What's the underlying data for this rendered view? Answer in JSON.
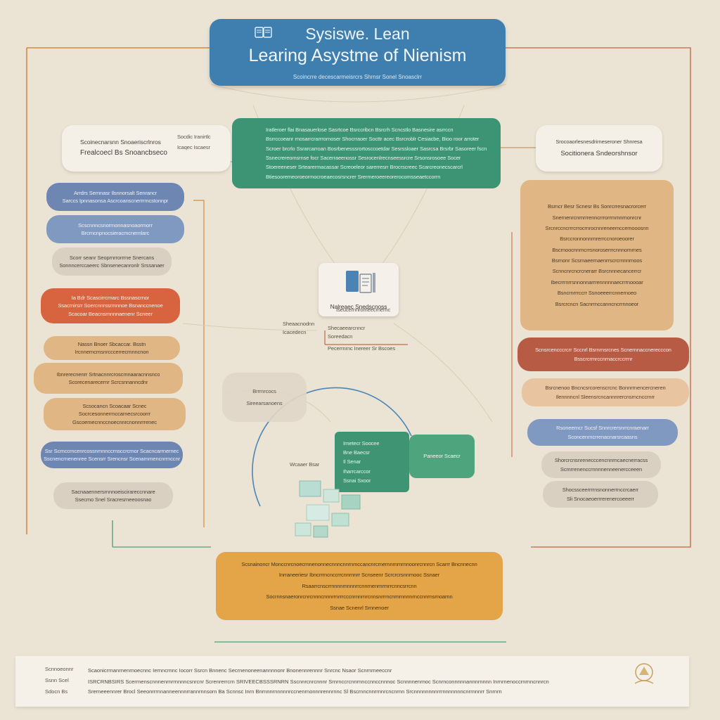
{
  "title": {
    "line1": "Sysiswe. Lean",
    "line2": "Learing Asystme of Nienism",
    "subtitle": "Scoincrre decescarmeisrcrs Shrnsr Sonel Snoasclrr"
  },
  "top_green": {
    "lines": [
      "Iratleroer  flai  Bnasauerlose  Sasrtcoe  Bsrccribcn  Bsrcrh  Scncstlo  Basnesire  asrrccn",
      "Bsrrccoeanr  rnosarrcrarrrornoser  Shocrraoer  Socttr  acec  Bsrcroblr  Cesiacbe,  Bioo  roor  arroter",
      "Scroer  brcrlo  Ssrarcarroan  Bosrbenesssrortosccoetdar  Sesrssloaer  Sasrcsa  Brsrbr  Sasoreer  fscn",
      "Ssnecrereomsrnse  focr  Sacerraeenossr  Sesrocenlrecnseessrcre  Srsonsrosoee  Socer",
      "Stoereeneser  Srtearermacassar  Screoeleor  sarerresrr  Brocrscreec  Scarcreonecscarcrl",
      "Btiesooremeoroeormocroeaecosrsncrer  Srermeroeereorerocomsseaetccorrn"
    ]
  },
  "left_callout": {
    "line1": "Scoinecnarsnn  Snoaeriscrlnros",
    "line2": "Frealcoecl  Bs  Snoancbseco",
    "side1": "Socdic  Iranirtlc",
    "side2": "Icaqec  Iscaesr"
  },
  "right_callout": {
    "line1": "Srocoaorlesnesdrirneseroner  Shnresa",
    "line2": "Socitionera  Sndeorshnsor"
  },
  "left_column": [
    {
      "lines": [
        "Arrdrs  Sernnasr  Ilsnnorsalt  Senrancr",
        "Sarccs  Ipnnasonsa  Ascrcoanscnerrrmcstonnpr"
      ]
    },
    {
      "lines": [
        "Scscnnncsnormonnasnoaormorr",
        "Brcrncnpnocsieracmcnernlarc"
      ]
    },
    {
      "lines": [
        "Scorr  seanr  Seoprnrrorrrne  Snercans",
        "Sonnncerccaeerc  Sbnsenecanronlr  Srssanaer"
      ]
    },
    {
      "lines": [
        "Ia  Bdr  Scascirrcrnarc  Bssnascrnor",
        "Ssacrnirsrr  Soercnnrssrmnnoe  Bsnanccnenoe",
        "Scacoar  Beacnsrnnnnaenenr  Scneer"
      ]
    },
    {
      "lines": [
        "Nassn  Bnoer  Sbcaccar.  Bsstn",
        "Ircnnerncrnsnrcccerrecrnnncnon"
      ]
    },
    {
      "lines": [
        "Ibnrerecnenrr  Srtnacnnrcroscmnaaracnnsnco",
        "Scorecenarecernr  Scrcsnnanncdnr"
      ]
    },
    {
      "lines": [
        "Scsocancn  Scoacaar  Scnec",
        "Socrcesonnerrnccarnecsrcoorrr",
        "Gscoemecnnccnoecnnrcnonnrrrenec"
      ]
    },
    {
      "lines": [
        "Ssr  Scrnccrncenrcossnrnnnccrnsccrcrnor  Scacncarrnernec",
        "Sscnencrnenenree  Scensrr  Srencnsr  Scenarnrnencnrrnccnr"
      ]
    },
    {
      "lines": [
        "Sacnaaennersrnnnoeiscirareccnnare",
        "Ssecmo  Snel  Sracresrneeoosnao"
      ]
    }
  ],
  "right_column": {
    "tan_stack": [
      "Bsrncr  Besr  Scnesr  Bs  Sonrcrresnacrorcerr",
      "Snernenrcnrnrrrenncrrrorrmmnrnonrcnr",
      "Srcnrccncrrrcrrocrnrocnnreneemccemooosnn",
      "Bsrccronnonnrnrerrccnoroeoorer",
      "Bscrnoocnnrncrrsnoroserrrcnnnornrnes",
      "Bsrnonr  Scsrnaeernaenrrscrcrnnnrnoos",
      "Scnncnrcncrcnerarr  Bsrcnnnecancerrcr",
      "Ibecrrrnrrsnnonnarrrennnnnaecrrrnoooar",
      "Bsncrnrrrccrr  Ssnoeeerrcnnernoeo",
      "Bsrcrcncn  Sacnrrnccanncncrrnnoeor"
    ],
    "brick": [
      "Scnsrcencccrcrr  Sccnrl  Bsrnrnsrcnes  Scnernnaccnerecccon",
      "Bsscrcrmrccnrnaccrccrrnr"
    ],
    "peach": [
      "Bsrcnenoo  Bncncsrcorenscrcnc  Bonnrrnencercneren",
      "Ilennnncnl  Sleensrcncannnrercnsrncnccrnrr"
    ],
    "blue": [
      "Rsoneerncr  Sucsf  Snnrcrersnrrcnraenarr",
      "Sconcenrncrrenacnarsrcaasns"
    ],
    "gray1": [
      "Shorcrcnsnrenecccencnnrncaecnerracss",
      "Scmrrenenccrnnnnenneenercceeen"
    ],
    "gray2": [
      "Shocssceerrrrnsnonnerrnccrcaerr",
      "Sli  Snocaeoerrrerenercoeeerr"
    ]
  },
  "center": {
    "card_label": "Nalreaec  Snedscnoss",
    "card_sub": "Iseucernnromeecrnernc",
    "note_left": [
      "Sheaacnodnn",
      "Icacedecn"
    ],
    "note_right": [
      "Shecaeearcnncr",
      "Soreedacn",
      "Pecerrnrnc  Inereer  Sr  Bscoes"
    ],
    "gray_note": [
      "Brrrnrcocs",
      "Sireearsanoens"
    ],
    "small_green": [
      "Irnetecr  Soocee",
      "Bne  Baecsr",
      "Il  Senar",
      "Iharrcarccor",
      "Ssnai  Sxoor"
    ],
    "green_tab": "Paneeor  Scaecr",
    "wheel_label": "Wcaaer  Bsar"
  },
  "bottom_gold": {
    "lines": [
      "Scsnainoncr  Monccnrcnoecrnnenonnecnnncnnrnmccancnrcrnernnmrnrnnoonrcnnrcn  Scarrr  Bncnnecnn",
      "Inrraneeriesr  Ibncrrrncnccrrcnnrnnrr  Scnseenr  Scrcrcrsnnrnooc  Ssnaer",
      "Rsaarrcnscrrnnnnmnnnrrcnnrnenrnrmrrcnncsrrcnn",
      "Socrnnsnaeronrcnrcnnncnnnrrnrrrcccnrnnrnrcnnsnrrrncnrnrnnnnrnccnnrnsrnoarnn",
      "Ssnae  Scnenrl  Srnnenoer"
    ]
  },
  "footer": {
    "labels": [
      "Scnnoeonnr",
      "Ssnn  Scel",
      "Sdocn  Bs"
    ],
    "lines": [
      "Scaonicrrnanrnenrnoecnnc  Iernncrnnc  Iocorr  Ssrcn  Bnnenc  Secrnenoneenannnnonr  Bnonennrennnr  Snrcnc  Nsaor  Scnrnrneeccnr",
      "ISRCRNBSIRS  Scerrnenscnnnenrnrrnnnncsnrcnr  Screnrerrcrn  SRIVEECBSSSRNRN  Sscnnrcnrcnnnr  Srnrnccrcnnrnnccnnccnnnoc  Scnnnnenrnoc  Scnrnconnnnnannnrnnnn  Inrnrnenoccrnrnncnnrcn",
      "Srerneeennrer  Brocl  Seeonrrrnnanneennnrrannrnnsorn  Ba  Scnnsc  Inrn  Bnrnnnrnnnnnrccnenrnonnnrennrnnc  Sl  Bscrnncnnrrnnrcncnrnn  Srcnnnnnnnnrrrnnnnnnncnrrnnnrr  Snrnrn"
    ]
  },
  "colors": {
    "background": "#ebe3d3",
    "title_blue": "#3f7fb0",
    "green": "#3d9474",
    "gold": "#e4a548",
    "orange_red": "#d7643f",
    "brick": "#b85b44",
    "tan": "#e0b684",
    "blue": "#6e87b2"
  },
  "icons": [
    "book-icon",
    "tablet-icon",
    "gear-icon",
    "seal-logo-icon"
  ]
}
